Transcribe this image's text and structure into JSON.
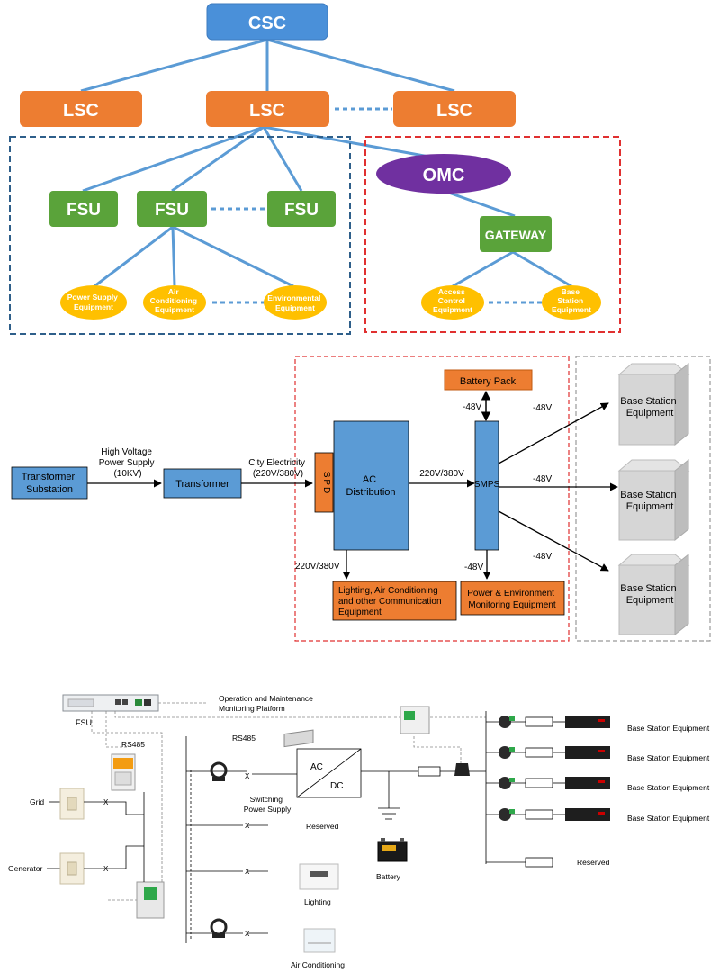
{
  "hierarchy": {
    "csc": "CSC",
    "lsc_left": "LSC",
    "lsc_center": "LSC",
    "lsc_right": "LSC",
    "fsu_left": "FSU",
    "fsu_center": "FSU",
    "fsu_right": "FSU",
    "omc": "OMC",
    "gateway": "GATEWAY",
    "power_supply": [
      "Power Supply",
      "Equipment"
    ],
    "air_conditioning": [
      "Air",
      "Conditioning",
      "Equipment"
    ],
    "environmental": [
      "Environmental",
      "Equipment"
    ],
    "access_control": [
      "Access",
      "Control",
      "Equipment"
    ],
    "base_station": [
      "Base",
      "Station",
      "Equipment"
    ]
  },
  "power_flow": {
    "battery_pack": "Battery Pack",
    "transformer_substation": [
      "Transformer",
      "Substation"
    ],
    "high_voltage": [
      "High Voltage",
      "Power Supply",
      "(10KV)"
    ],
    "transformer": "Transformer",
    "city_electricity": [
      "City Electricity",
      "(220V/380V)"
    ],
    "spd": "SPD",
    "ac_distribution": [
      "AC",
      "Distribution"
    ],
    "ac_to_smps": "220V/380V",
    "smps": "SMPS",
    "minus48_battery_left": "-48V",
    "minus48_top": "-48V",
    "minus48_mid": "-48V",
    "minus48_low": "-48V",
    "minus48_bottom": "-48V",
    "lighting_voltage": "220V/380V",
    "lighting_box": [
      "Lighting, Air Conditioning",
      "and other Communication",
      "Equipment"
    ],
    "monitoring_box": [
      "Power & Environment",
      "Monitoring Equipment"
    ],
    "base_station_equipment": [
      "Base Station",
      "Equipment"
    ]
  },
  "wiring": {
    "ops_platform": [
      "Operation and Maintenance",
      "Monitoring Platform"
    ],
    "fsu": "FSU",
    "rs485_left": "RS485",
    "rs485_right": "RS485",
    "grid": "Grid",
    "generator": "Generator",
    "ac": "AC",
    "dc": "DC",
    "switching_power_supply": [
      "Switching",
      "Power Supply"
    ],
    "reserved_mid": "Reserved",
    "battery": "Battery",
    "lighting": "Lighting",
    "air_conditioning": "Air Conditioning",
    "reserved_right": "Reserved",
    "base_station_equipment": "Base Station Equipment",
    "x_mark": "X"
  },
  "colors": {
    "csc_blue": "#4a90d9",
    "lsc_orange": "#ed7d31",
    "fsu_green": "#5aa33a",
    "omc_purple": "#7030a0",
    "equipment_yellow": "#ffc000",
    "box_blue": "#5b9bd5",
    "box_orange": "#ed7d31",
    "dash_blue": "#2e5f8a",
    "dash_red": "#e03030"
  }
}
